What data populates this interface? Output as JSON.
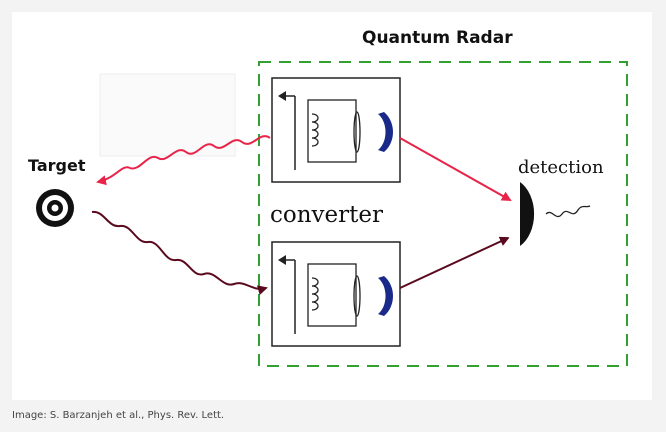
{
  "diagram": {
    "title": "Quantum Radar",
    "target_label": "Target",
    "converter_label": "converter",
    "detection_label": "detection"
  },
  "caption": "Image: S. Barzanjeh et al., Phys. Rev. Lett.",
  "colors": {
    "frame": "#33a033",
    "signal_out": "#e8244a",
    "signal_return": "#5a0a1e",
    "cavity": "#1a2a8a",
    "detector": "#111111"
  },
  "icons": [
    "target-icon",
    "detector-icon"
  ]
}
